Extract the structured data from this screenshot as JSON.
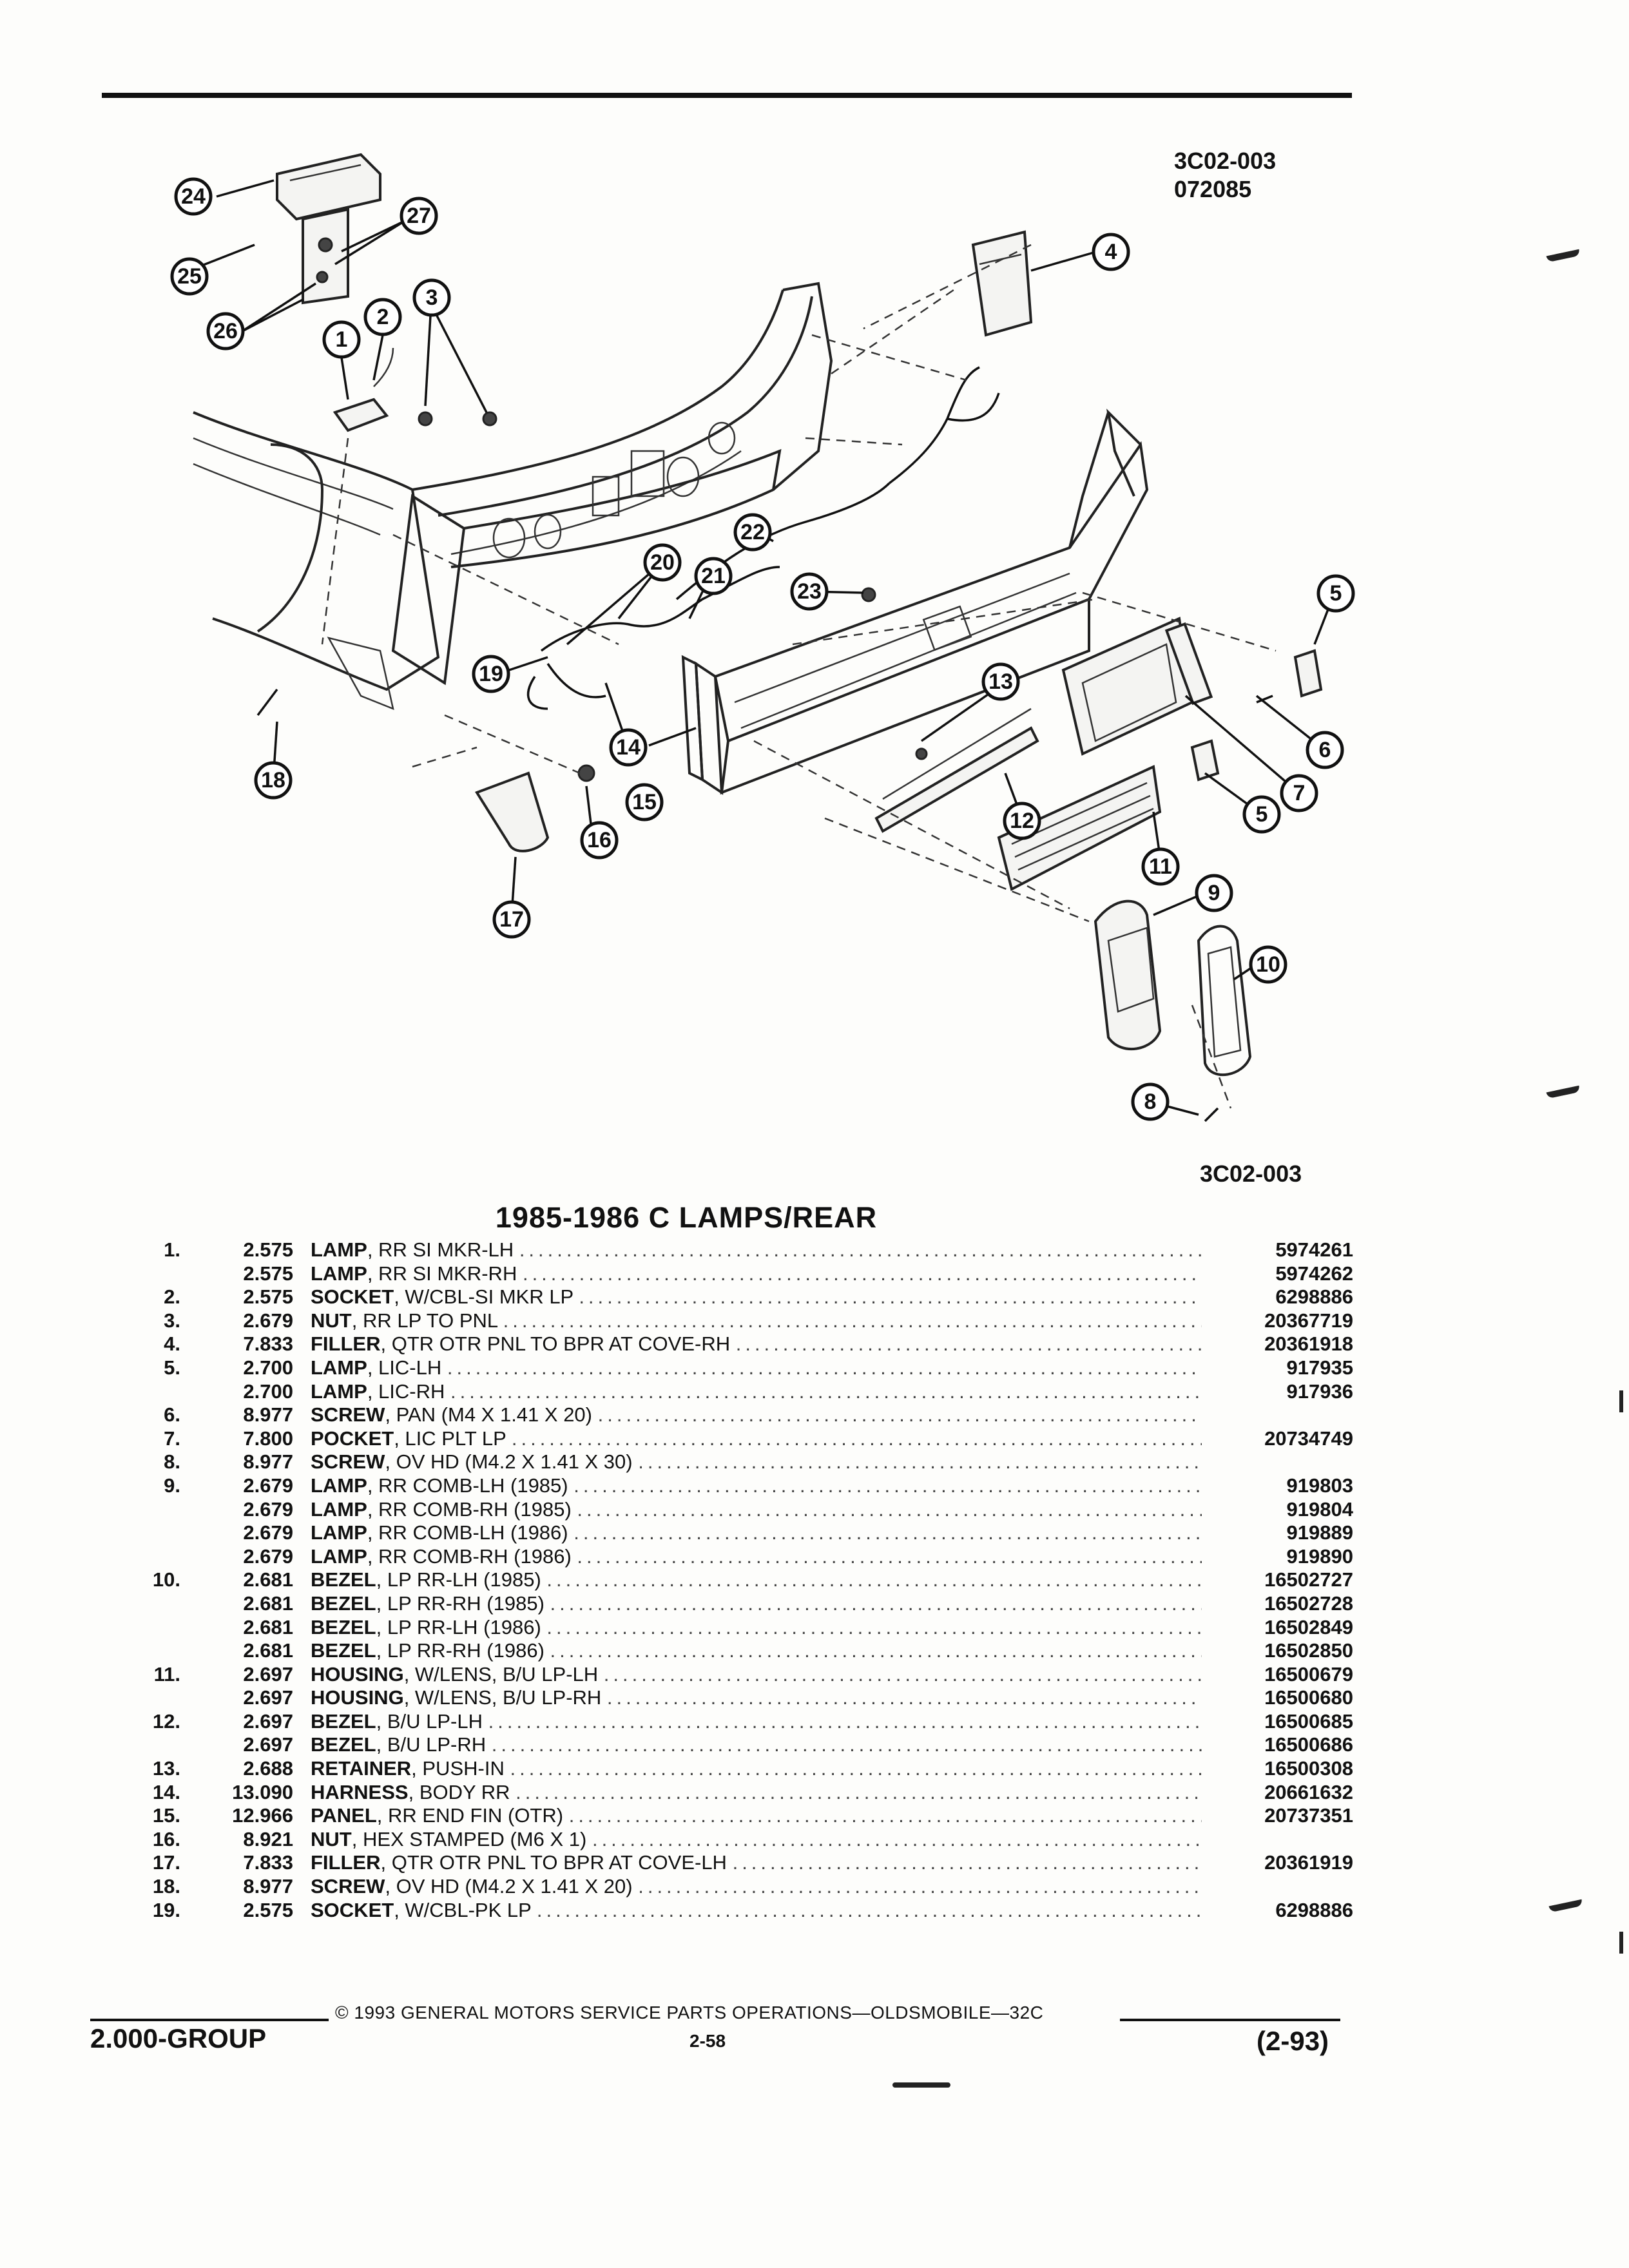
{
  "header": {
    "ref_top_line1": "3C02-003",
    "ref_top_line2": "072085",
    "ref_bottom": "3C02-003"
  },
  "diagram": {
    "callouts": [
      "1",
      "2",
      "3",
      "4",
      "5",
      "5",
      "6",
      "7",
      "8",
      "9",
      "10",
      "11",
      "12",
      "13",
      "14",
      "15",
      "16",
      "17",
      "18",
      "19",
      "20",
      "21",
      "22",
      "23",
      "24",
      "25",
      "26",
      "27"
    ]
  },
  "title": "1985-1986 C LAMPS/REAR",
  "parts": [
    {
      "num": "1.",
      "group": "2.575",
      "name": "LAMP",
      "detail": ", RR SI MKR-LH",
      "part": "5974261"
    },
    {
      "num": "",
      "group": "2.575",
      "name": "LAMP",
      "detail": ", RR SI MKR-RH",
      "part": "5974262"
    },
    {
      "num": "2.",
      "group": "2.575",
      "name": "SOCKET",
      "detail": ", W/CBL-SI MKR LP",
      "part": "6298886"
    },
    {
      "num": "3.",
      "group": "2.679",
      "name": "NUT",
      "detail": ", RR LP TO PNL",
      "part": "20367719"
    },
    {
      "num": "4.",
      "group": "7.833",
      "name": "FILLER",
      "detail": ", QTR OTR PNL TO BPR AT COVE-RH",
      "part": "20361918"
    },
    {
      "num": "5.",
      "group": "2.700",
      "name": "LAMP",
      "detail": ", LIC-LH",
      "part": "917935"
    },
    {
      "num": "",
      "group": "2.700",
      "name": "LAMP",
      "detail": ", LIC-RH",
      "part": "917936"
    },
    {
      "num": "6.",
      "group": "8.977",
      "name": "SCREW",
      "detail": ", PAN (M4 X 1.41 X 20)",
      "part": ""
    },
    {
      "num": "7.",
      "group": "7.800",
      "name": "POCKET",
      "detail": ", LIC PLT LP",
      "part": "20734749"
    },
    {
      "num": "8.",
      "group": "8.977",
      "name": "SCREW",
      "detail": ", OV HD (M4.2 X 1.41 X 30)",
      "part": ""
    },
    {
      "num": "9.",
      "group": "2.679",
      "name": "LAMP",
      "detail": ", RR COMB-LH (1985)",
      "part": "919803"
    },
    {
      "num": "",
      "group": "2.679",
      "name": "LAMP",
      "detail": ", RR COMB-RH (1985)",
      "part": "919804"
    },
    {
      "num": "",
      "group": "2.679",
      "name": "LAMP",
      "detail": ", RR COMB-LH (1986)",
      "part": "919889"
    },
    {
      "num": "",
      "group": "2.679",
      "name": "LAMP",
      "detail": ", RR COMB-RH (1986)",
      "part": "919890"
    },
    {
      "num": "10.",
      "group": "2.681",
      "name": "BEZEL",
      "detail": ", LP RR-LH (1985)",
      "part": "16502727"
    },
    {
      "num": "",
      "group": "2.681",
      "name": "BEZEL",
      "detail": ", LP RR-RH (1985)",
      "part": "16502728"
    },
    {
      "num": "",
      "group": "2.681",
      "name": "BEZEL",
      "detail": ", LP RR-LH (1986)",
      "part": "16502849"
    },
    {
      "num": "",
      "group": "2.681",
      "name": "BEZEL",
      "detail": ", LP RR-RH (1986)",
      "part": "16502850"
    },
    {
      "num": "11.",
      "group": "2.697",
      "name": "HOUSING",
      "detail": ", W/LENS, B/U LP-LH",
      "part": "16500679"
    },
    {
      "num": "",
      "group": "2.697",
      "name": "HOUSING",
      "detail": ", W/LENS, B/U LP-RH",
      "part": "16500680"
    },
    {
      "num": "12.",
      "group": "2.697",
      "name": "BEZEL",
      "detail": ", B/U LP-LH",
      "part": "16500685"
    },
    {
      "num": "",
      "group": "2.697",
      "name": "BEZEL",
      "detail": ", B/U LP-RH",
      "part": "16500686"
    },
    {
      "num": "13.",
      "group": "2.688",
      "name": "RETAINER",
      "detail": ", PUSH-IN",
      "part": "16500308"
    },
    {
      "num": "14.",
      "group": "13.090",
      "name": "HARNESS",
      "detail": ", BODY RR",
      "part": "20661632"
    },
    {
      "num": "15.",
      "group": "12.966",
      "name": "PANEL",
      "detail": ", RR END FIN (OTR)",
      "part": "20737351"
    },
    {
      "num": "16.",
      "group": "8.921",
      "name": "NUT",
      "detail": ", HEX STAMPED (M6 X 1)",
      "part": ""
    },
    {
      "num": "17.",
      "group": "7.833",
      "name": "FILLER",
      "detail": ", QTR OTR PNL TO BPR AT COVE-LH",
      "part": "20361919"
    },
    {
      "num": "18.",
      "group": "8.977",
      "name": "SCREW",
      "detail": ", OV HD (M4.2 X 1.41 X 20)",
      "part": ""
    },
    {
      "num": "19.",
      "group": "2.575",
      "name": "SOCKET",
      "detail": ", W/CBL-PK LP",
      "part": "6298886"
    }
  ],
  "footer": {
    "copyright": "© 1993 GENERAL MOTORS SERVICE PARTS OPERATIONS—OLDSMOBILE—32C",
    "group": "2.000-GROUP",
    "page": "2-58",
    "date": "(2-93)"
  }
}
